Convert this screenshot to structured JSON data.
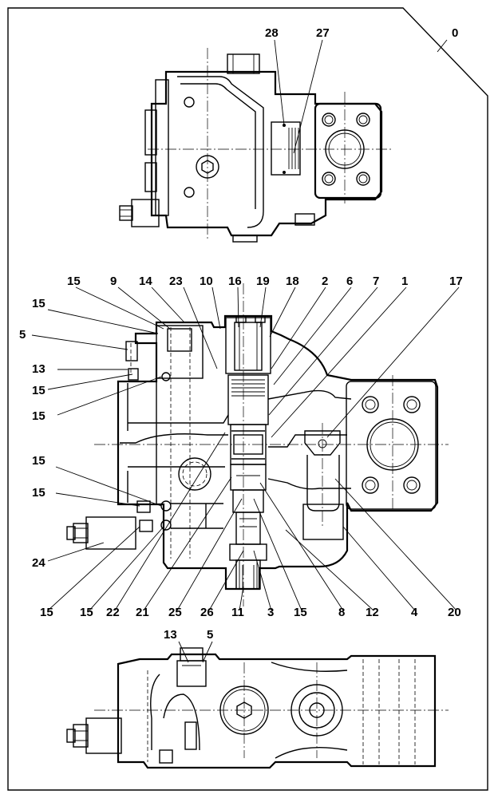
{
  "top_view": {
    "labels": [
      "28",
      "27",
      "0"
    ]
  },
  "middle_view": {
    "labels_top": [
      "15",
      "9",
      "14",
      "23",
      "10",
      "16",
      "19",
      "18",
      "2",
      "6",
      "7",
      "1",
      "17"
    ],
    "labels_left": [
      "15",
      "5",
      "13",
      "15",
      "15",
      "15",
      "15",
      "24"
    ],
    "labels_bottom": [
      "15",
      "15",
      "22",
      "21",
      "25",
      "26",
      "11",
      "3",
      "15",
      "8",
      "12",
      "4",
      "20"
    ]
  },
  "bottom_view": {
    "labels": [
      "13",
      "5"
    ]
  }
}
